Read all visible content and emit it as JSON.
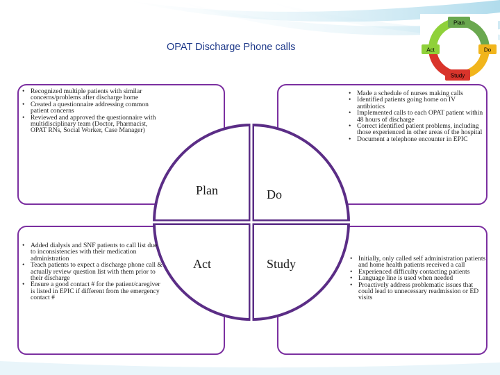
{
  "title": "OPAT Discharge Phone calls",
  "pdsa_cycle": {
    "plan": "Plan",
    "do": "Do",
    "study": "Study",
    "act": "Act"
  },
  "quadrants": {
    "plan": "Plan",
    "do": "Do",
    "act": "Act",
    "study": "Study"
  },
  "plan_items": [
    "Recognized multiple patients with similar concerns/problems after discharge home",
    "Created a questionnaire addressing common patient concerns",
    "Reviewed and approved the questionnaire with multidisciplinary team (Doctor, Pharmacist, OPAT RNs, Social Worker, Case Manager)"
  ],
  "do_items": [
    "Made a schedule of nurses making calls",
    "Identified patients going home on IV antibiotics",
    "Implemented calls to each OPAT patient within 48 hours of discharge",
    "Correct identified patient problems, including those experienced in other areas of the hospital",
    "Document a telephone encounter in EPIC"
  ],
  "act_items": [
    "Added dialysis and SNF patients to call list due to inconsistencies with their medication administration",
    "Teach patients to expect a discharge phone call & actually review question list with them prior to their discharge",
    "Ensure a good contact # for the patient/caregiver is listed in EPIC if different from the emergency contact #"
  ],
  "study_items": [
    "Initially, only called self administration patients and home health patients received a call",
    "Experienced difficulty contacting patients",
    "Language line is used when needed",
    "Proactively address problematic issues that could lead to unnecessary readmission or ED visits"
  ],
  "colors": {
    "title": "#1f3a8a",
    "frame": "#7b2fa0",
    "circle": "#5b2d86",
    "divider": "#ffffff",
    "bg_accent": "#bfe3ef",
    "plan": "#6aa84f",
    "do": "#f1b51c",
    "study": "#d9342b",
    "act": "#8fd13a"
  }
}
